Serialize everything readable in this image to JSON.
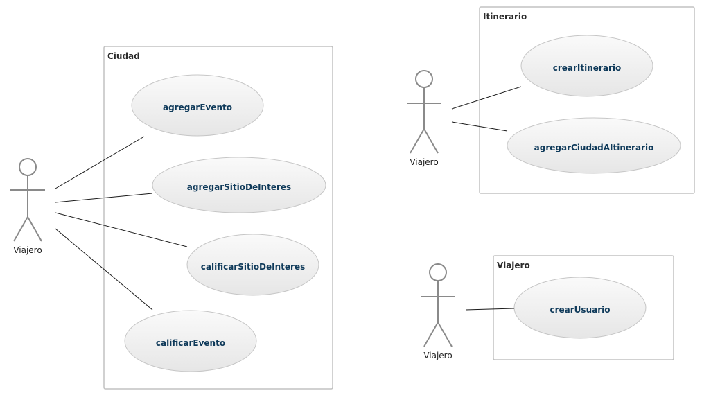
{
  "systems": {
    "ciudad": {
      "title": "Ciudad",
      "use_cases": [
        "agregarEvento",
        "agregarSitioDeInteres",
        "calificarSitioDeInteres",
        "calificarEvento"
      ]
    },
    "itinerario": {
      "title": "Itinerario",
      "use_cases": [
        "crearItinerario",
        "agregarCiudadAItinerario"
      ]
    },
    "viajero": {
      "title": "Viajero",
      "use_cases": [
        "crearUsuario"
      ]
    }
  },
  "actors": {
    "ciudad": "Viajero",
    "itinerario": "Viajero",
    "viajero": "Viajero"
  },
  "colors": {
    "ellipse_top": "#fafafa",
    "ellipse_bottom": "#e7e7e7",
    "label": "#0f3a5a",
    "box_border": "#c2c2c2"
  }
}
